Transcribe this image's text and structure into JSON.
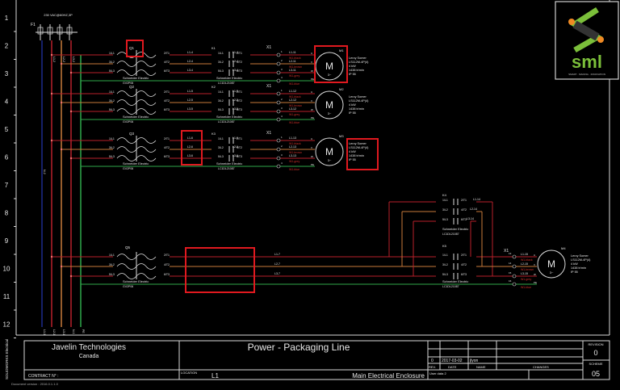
{
  "colors": {
    "background": "#000000",
    "wire_red": "#b8202a",
    "wire_orange": "#c87a3a",
    "wire_green": "#2fa84a",
    "wire_blue": "#1c2a8c",
    "highlight": "#e0191f",
    "text": "#e8e8e8",
    "label_red": "#d0302a",
    "logo_green": "#7bbf3a",
    "logo_orange": "#f08a24"
  },
  "row_numbers": [
    "1",
    "2",
    "3",
    "4",
    "5",
    "6",
    "7",
    "8",
    "9",
    "10",
    "11",
    "12"
  ],
  "supply": {
    "label": "F1",
    "voltage": "230 VAC@60HZ,3P",
    "bus_labels": [
      "L1-1",
      "L2-1",
      "L3-1",
      "N-1",
      "PE"
    ],
    "side_labels": [
      "L1-2",
      "L2-2",
      "L3-2"
    ],
    "neutral_label": "N-2"
  },
  "circuits": [
    {
      "breaker": "Q1",
      "breaker_make": "Schneider Electric",
      "breaker_ref": "GV2P06",
      "contactor": "K1",
      "contactor_make": "Schneider Electric",
      "contactor_ref": "LC1DL21087",
      "wires_in": [
        "L1-4",
        "L2-4",
        "L3-4"
      ],
      "wires_out": [
        "L1-11",
        "L2-11",
        "L3-11"
      ],
      "motor": "M1"
    },
    {
      "breaker": "Q2",
      "breaker_make": "Schneider Electric",
      "breaker_ref": "GV2P06",
      "contactor": "K2",
      "contactor_make": "Schneider Electric",
      "contactor_ref": "LC1DL21087",
      "wires_in": [
        "L1-5",
        "L2-5",
        "L3-5"
      ],
      "wires_out": [
        "L1-12",
        "L2-12",
        "L3-12"
      ],
      "motor": "M2"
    },
    {
      "breaker": "Q3",
      "breaker_make": "Schneider Electric",
      "breaker_ref": "GV2P06",
      "contactor": "K3",
      "contactor_make": "Schneider Electric",
      "contactor_ref": "LC1DL21087",
      "wires_in": [
        "L1-6",
        "L2-6",
        "L3-6"
      ],
      "wires_out": [
        "L1-13",
        "L2-13",
        "L3-13"
      ],
      "motor": "M3"
    }
  ],
  "terminal_strip": "X1",
  "terminal_numbers": [
    "1",
    "2",
    "3",
    "4"
  ],
  "cable_labels": [
    "W1-black",
    "W1-brown",
    "W1-grey",
    "W1-blue"
  ],
  "motor": {
    "symbol": "M",
    "phase": "3~",
    "make": "Leroy Somer",
    "model": "LS112M-4P(4)",
    "power": "4 kW",
    "speed": "1438 tr/min",
    "ip": "IP 55",
    "terminals": [
      "U",
      "V",
      "W",
      "PE"
    ]
  },
  "circuit4": {
    "breaker": "Q5",
    "breaker_make": "Schneider Electric",
    "breaker_ref": "GV2P06",
    "wires": [
      "L1-7",
      "L2-7",
      "L3-7"
    ],
    "contactor_a": "K4",
    "contactor_b": "K5",
    "contactor_make": "Schneider Electric",
    "contactor_ref": "LC1DL21087",
    "reverse_wires": [
      "L1-14",
      "L2-14",
      "L3-14"
    ],
    "wires_out": [
      "L1-15",
      "L2-15",
      "L3-15"
    ],
    "terminal_numbers": [
      "13",
      "14",
      "15",
      "16"
    ],
    "motor": "M4"
  },
  "contact_labels": {
    "in": [
      "1/L1",
      "3/L2",
      "5/L3"
    ],
    "out": [
      "2/T1",
      "4/T2",
      "6/T3"
    ]
  },
  "title_block": {
    "company": "Javelin Technologies",
    "country": "Canada",
    "title": "Power - Packaging Line",
    "contract_label": "CONTRACT N° :",
    "location_label": "LOCATION",
    "location": "L1",
    "enclosure": "Main Electrical Enclosure",
    "revisions": {
      "rev": "0",
      "date": "2017-03-02",
      "name": "jlyon"
    },
    "headers": {
      "rev": "REV.",
      "date": "DATE",
      "name": "NAME",
      "changes": "CHANGES"
    },
    "user_data": "User data 2",
    "revision_label": "REVISION",
    "revision": "0",
    "scheme_label": "SCHEME",
    "scheme": "05",
    "side_brand": "SOLIDWORKS Electrical",
    "doc_version": "Document version : 2016.0.1.1.0"
  },
  "logo": {
    "text": "sml",
    "tagline": "SMART · MAKING · INNOVATION"
  }
}
